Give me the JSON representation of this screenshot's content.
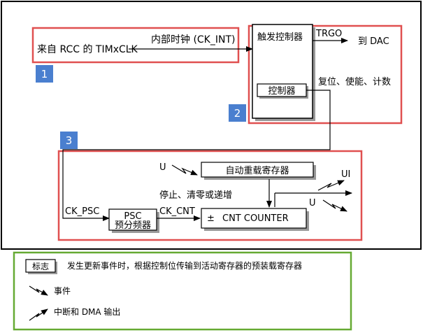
{
  "diagram": {
    "labels": {
      "src": "来自 RCC 的 TIMxCLK",
      "ck_int": "内部时钟 (CK_INT)",
      "trigger": "触发控制器",
      "trgo": "TRGO",
      "to_dac": "到 DAC",
      "controller": "控制器",
      "reset": "复位、使能、计数",
      "u_event": "U",
      "arr": "自动重载寄存器",
      "ui": "UI",
      "stop": "停止、清零或递增",
      "u_dma": "U",
      "ck_psc": "CK_PSC",
      "psc": "PSC",
      "psc_sub": "预分频器",
      "ck_cnt": "CK_CNT",
      "pm": "±",
      "cnt": "CNT COUNTER"
    },
    "badges": [
      "1",
      "2",
      "3"
    ]
  },
  "legend": {
    "title": "标志",
    "desc": "发生更新事件时，根据控制位传输到活动寄存器的预装载寄存器",
    "event": "事件",
    "irq": "中断和 DMA 输出"
  },
  "colors": {
    "red_box": "#e05050",
    "green_box": "#66aa33",
    "badge": "#4a7fcf",
    "shadow": "#999999"
  }
}
